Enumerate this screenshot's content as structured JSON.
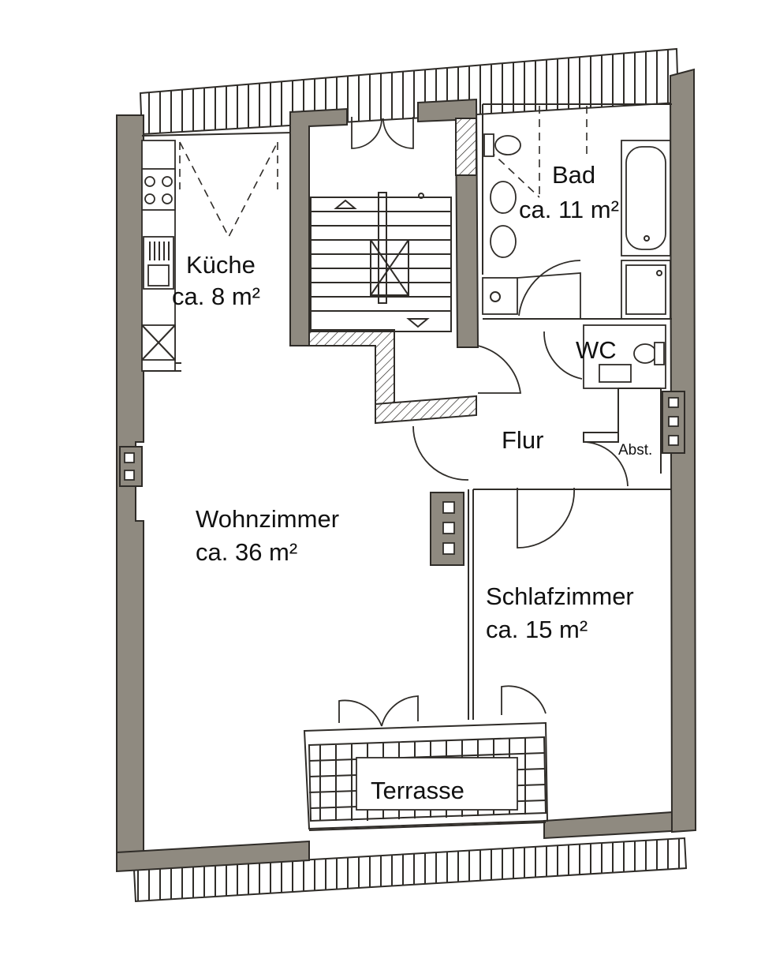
{
  "rooms": {
    "kitchen": {
      "name": "Küche",
      "area": "ca. 8 m²"
    },
    "bath": {
      "name": "Bad",
      "area": "ca. 11 m²"
    },
    "wc": {
      "name": "WC"
    },
    "hall": {
      "name": "Flur"
    },
    "storage": {
      "name": "Abst."
    },
    "living": {
      "name": "Wohnzimmer",
      "area": "ca. 36 m²"
    },
    "bedroom": {
      "name": "Schlafzimmer",
      "area": "ca. 15 m²"
    },
    "terrace": {
      "name": "Terrasse"
    }
  },
  "colors": {
    "wall": "#8f8a80",
    "line": "#2f2c28",
    "background": "#ffffff"
  }
}
